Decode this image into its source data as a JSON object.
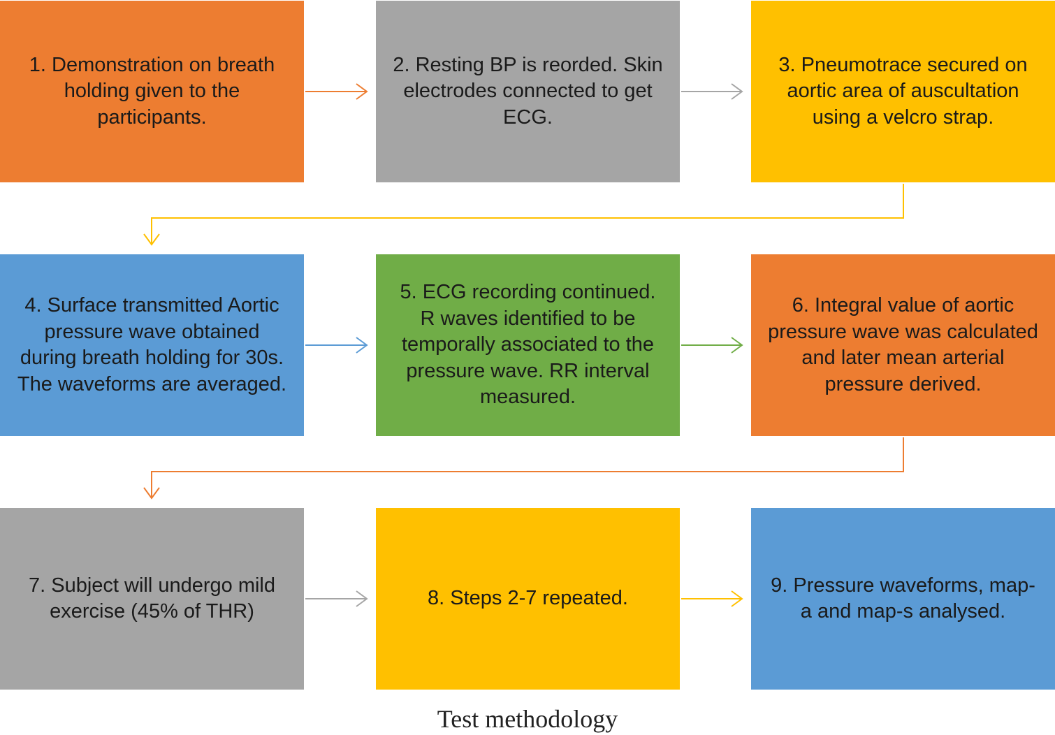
{
  "steps": [
    {
      "text": "1. Demonstration on breath holding given to the participants.",
      "color": "#ED7D31"
    },
    {
      "text": "2. Resting BP is reorded. Skin electrodes connected to get ECG.",
      "color": "#A5A5A5"
    },
    {
      "text": "3. Pneumotrace secured on aortic area of auscultation using a velcro strap.",
      "color": "#FFC000"
    },
    {
      "text": "4. Surface transmitted Aortic pressure wave obtained during breath holding for 30s. The waveforms are averaged.",
      "color": "#5B9BD5"
    },
    {
      "text": "5. ECG recording continued. R waves identified to be temporally associated to the pressure wave. RR interval measured.",
      "color": "#70AD47"
    },
    {
      "text": "6. Integral value of aortic pressure wave was calculated and later mean arterial pressure derived.",
      "color": "#ED7D31"
    },
    {
      "text": "7. Subject will undergo mild exercise (45% of THR)",
      "color": "#A5A5A5"
    },
    {
      "text": "8. Steps 2-7 repeated.",
      "color": "#FFC000"
    },
    {
      "text": "9. Pressure waveforms, map-a and map-s analysed.",
      "color": "#5B9BD5"
    }
  ],
  "caption": "Test methodology"
}
